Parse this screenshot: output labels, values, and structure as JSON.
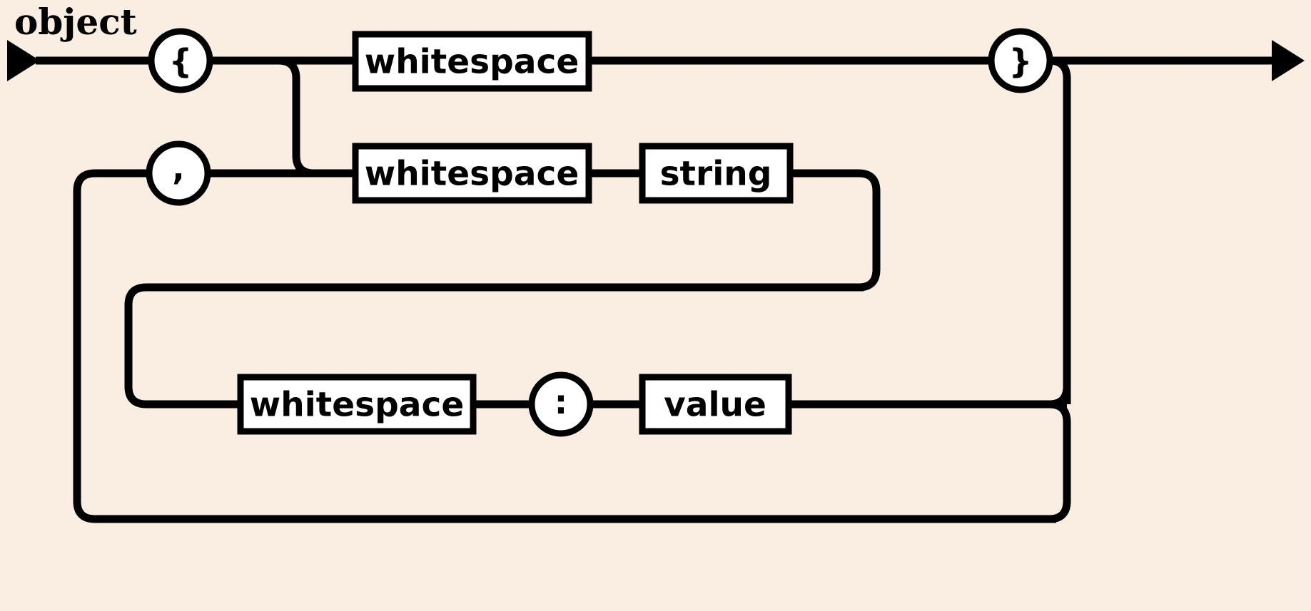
{
  "diagram": {
    "kind": "railroad-syntax-diagram",
    "title": "object",
    "background_color": "#faeee3",
    "line_color": "#000000",
    "box_fill": "#ffffff",
    "nodes": {
      "open_brace": "{",
      "close_brace": "}",
      "comma": ",",
      "colon": ":",
      "whitespace_top": "whitespace",
      "whitespace_mid": "whitespace",
      "whitespace_bottom": "whitespace",
      "string": "string",
      "value": "value"
    },
    "entry_arrow": "start-arrow",
    "exit_arrow": "end-arrow"
  }
}
